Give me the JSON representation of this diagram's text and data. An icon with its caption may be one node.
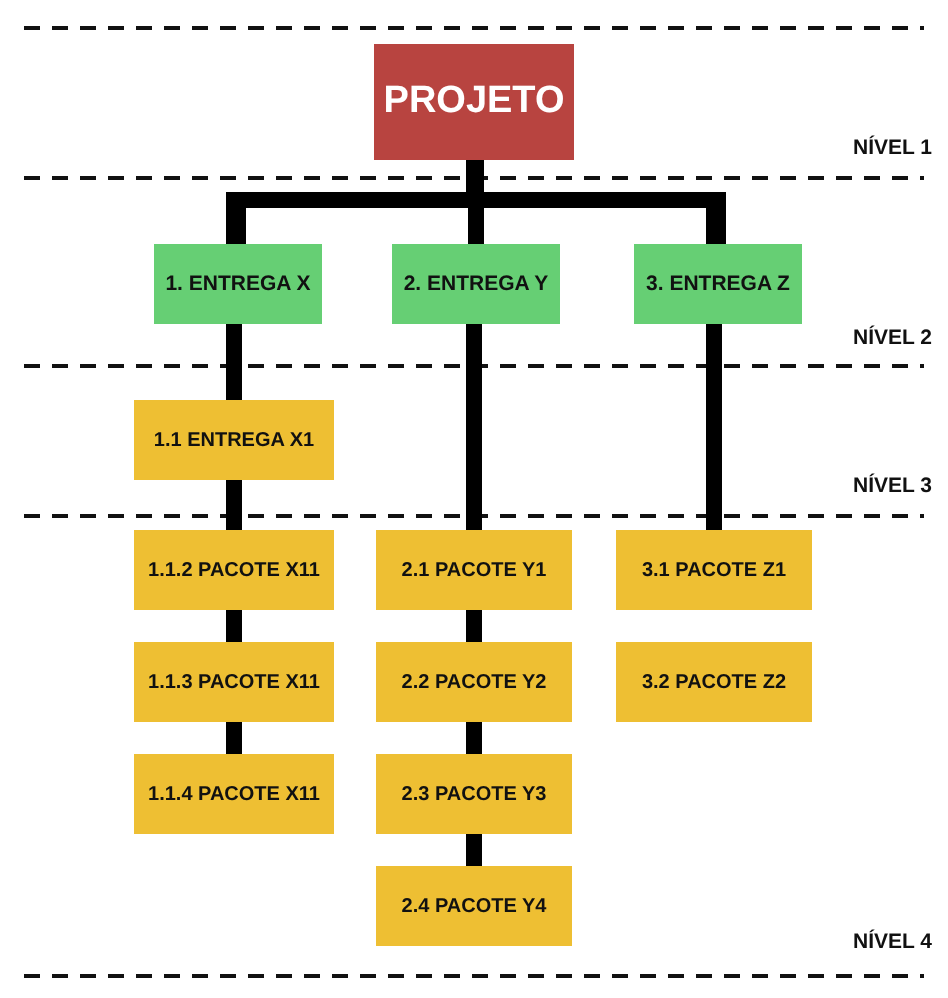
{
  "diagram": {
    "nodes": [
      {
        "text": [
          "PROJETO"
        ]
      },
      {
        "text": [
          "1. ENTREGA X"
        ]
      },
      {
        "text": [
          "2. ENTREGA Y"
        ]
      },
      {
        "text": [
          "3. ENTREGA Z"
        ]
      },
      {
        "text": [
          "1.1 ENTREGA X1"
        ]
      },
      {
        "text": [
          "1.1.2 PACOTE X11"
        ]
      },
      {
        "text": [
          "1.1.3 PACOTE X11"
        ]
      },
      {
        "text": [
          "1.1.4 PACOTE X11"
        ]
      },
      {
        "text": [
          "2.1 PACOTE Y1"
        ]
      },
      {
        "text": [
          "2.2 PACOTE Y2"
        ]
      },
      {
        "text": [
          "2.3 PACOTE Y3"
        ]
      },
      {
        "text": [
          "2.4 PACOTE Y4"
        ]
      },
      {
        "text": [
          "3.1 PACOTE Z1"
        ]
      },
      {
        "text": [
          "3.2 PACOTE Z2"
        ]
      }
    ],
    "edges": [
      {
        "from": 0,
        "to": 1,
        "arrow": "none"
      },
      {
        "from": 0,
        "to": 2,
        "arrow": "none"
      },
      {
        "from": 0,
        "to": 3,
        "arrow": "none"
      },
      {
        "from": 1,
        "to": 4,
        "arrow": "none"
      },
      {
        "from": 4,
        "to": 5,
        "arrow": "none"
      },
      {
        "from": 5,
        "to": 6,
        "arrow": "none"
      },
      {
        "from": 6,
        "to": 7,
        "arrow": "none"
      },
      {
        "from": 2,
        "to": 8,
        "arrow": "none"
      },
      {
        "from": 8,
        "to": 9,
        "arrow": "none"
      },
      {
        "from": 9,
        "to": 10,
        "arrow": "none"
      },
      {
        "from": 10,
        "to": 11,
        "arrow": "none"
      },
      {
        "from": 3,
        "to": 12,
        "arrow": "none"
      }
    ],
    "labels": [
      "NÍVEL 1",
      "NÍVEL 2",
      "NÍVEL 3",
      "NÍVEL 4"
    ]
  }
}
